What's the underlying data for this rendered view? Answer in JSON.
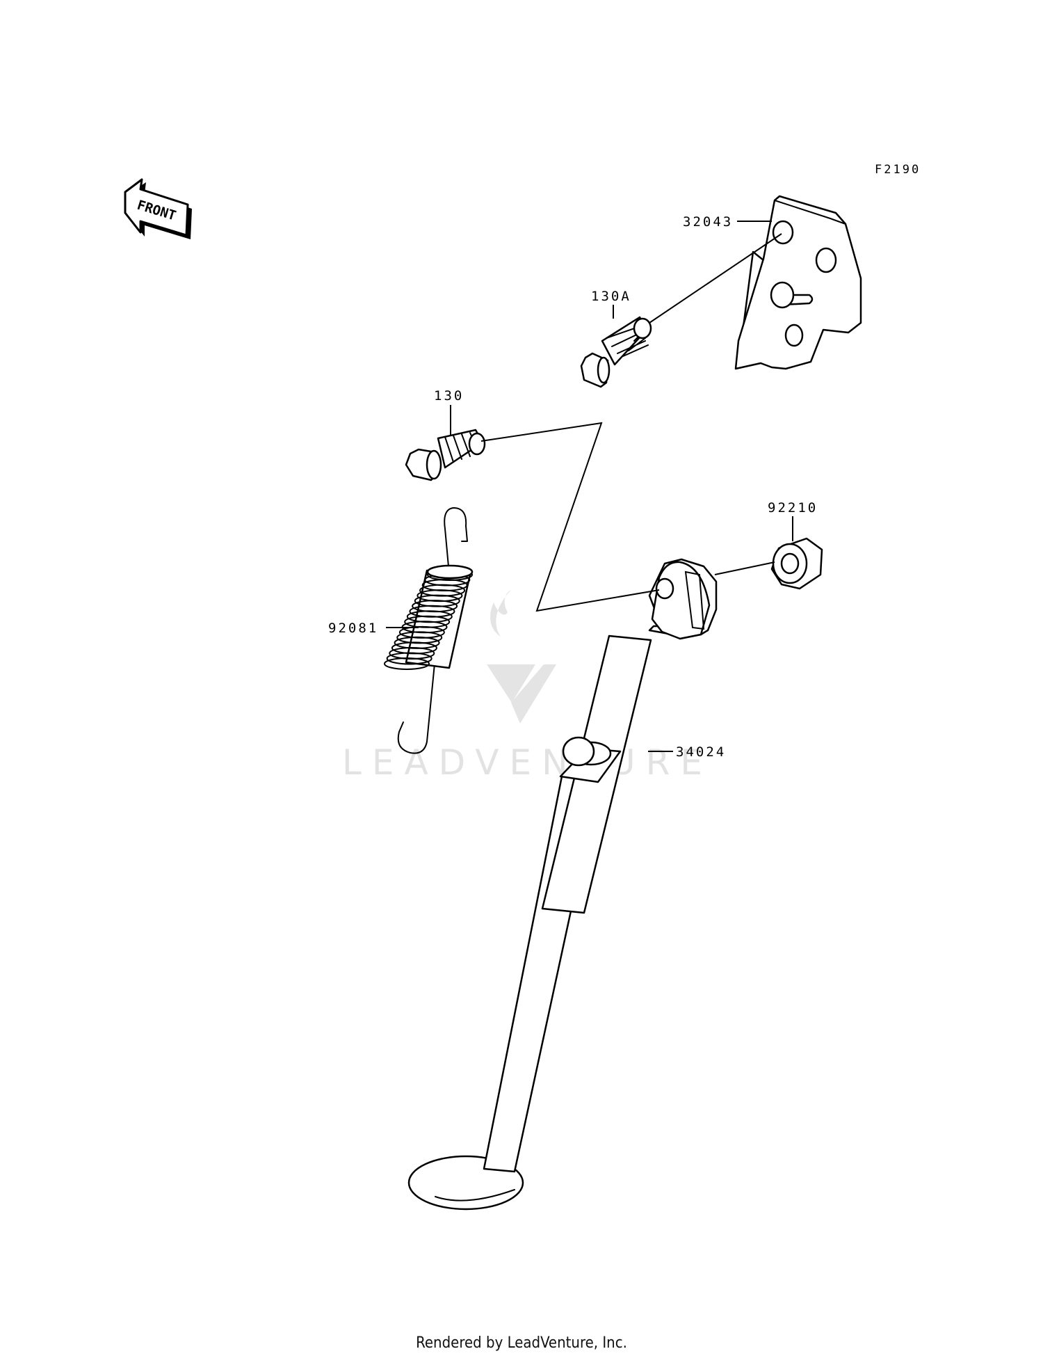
{
  "figure_code": "F2190",
  "front_arrow_label": "FRONT",
  "watermark_text": "LEADVENTURE",
  "parts": [
    {
      "number": "32043"
    },
    {
      "number": "130A"
    },
    {
      "number": "130"
    },
    {
      "number": "92210"
    },
    {
      "number": "92081"
    },
    {
      "number": "34024"
    }
  ],
  "footer_text": "Rendered by LeadVenture, Inc."
}
